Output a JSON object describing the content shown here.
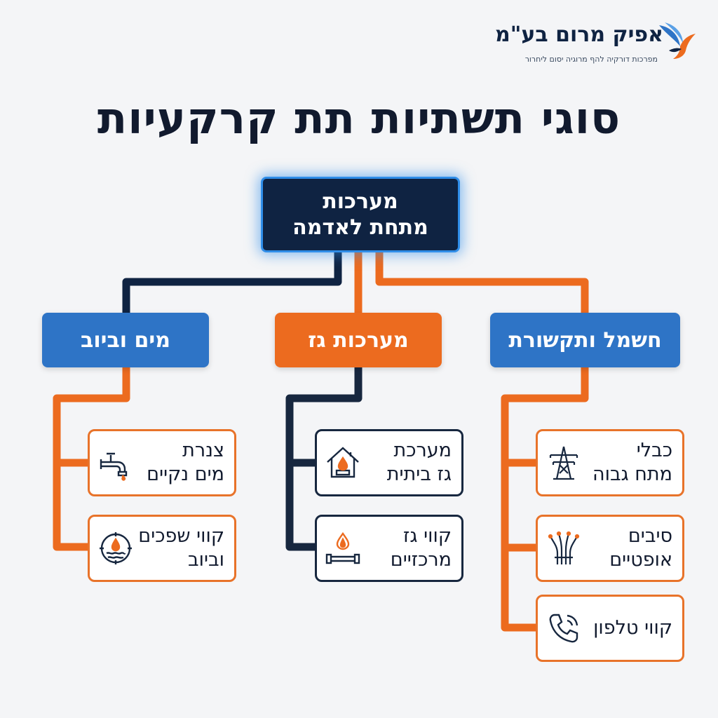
{
  "logo": {
    "name": "אפיק מרום בע\"מ",
    "tagline": "מפרכות דורקיה להף מרוגיה יסום ליחרור"
  },
  "title": "סוגי תשתיות תת קרקעיות",
  "root": {
    "line1": "מערכות",
    "line2": "מתחת לאדמה"
  },
  "categories": {
    "electric": {
      "label": "חשמל ותקשורת",
      "items": [
        {
          "line1": "כבלי",
          "line2": "מתח גבוה",
          "icon": "power-tower-icon"
        },
        {
          "line1": "סיבים",
          "line2": "אופטיים",
          "icon": "fiber-optic-icon"
        },
        {
          "line1": "קווי טלפון",
          "line2": "",
          "icon": "phone-icon"
        }
      ]
    },
    "gas": {
      "label": "מערכות גז",
      "items": [
        {
          "line1": "מערכת",
          "line2": "גז ביתית",
          "icon": "house-flame-icon"
        },
        {
          "line1": "קווי גז",
          "line2": "מרכזיים",
          "icon": "gas-pipe-icon"
        }
      ]
    },
    "water": {
      "label": "מים וביוב",
      "items": [
        {
          "line1": "צנרת",
          "line2": "מים נקיים",
          "icon": "faucet-icon"
        },
        {
          "line1": "קווי שפכים",
          "line2": "וביוב",
          "icon": "sewer-icon"
        }
      ]
    }
  },
  "colors": {
    "navy": "#0f2342",
    "blue": "#2e74c6",
    "orange": "#ec6b1f"
  }
}
